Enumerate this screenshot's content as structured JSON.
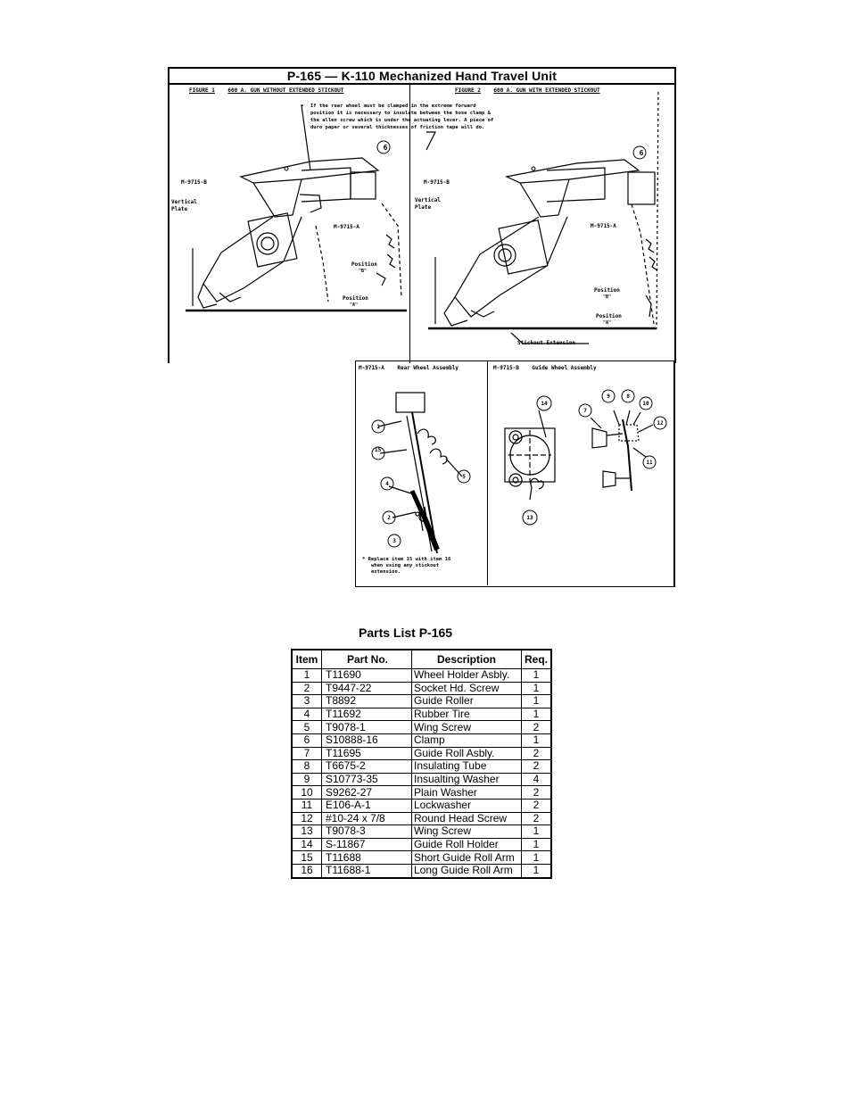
{
  "title": "P-165 — K-110 Mechanized Hand Travel Unit",
  "figure1": {
    "caption_label": "FIGURE 1",
    "caption_text": "600 A. GUN WITHOUT EXTENDED STICKOUT",
    "note_lines": [
      "If the rear wheel must be clamped in the extreme forward",
      "position it is necessary to insulate between the hose clamp &",
      "the allen screw which is under the actuating lever.  A piece of",
      "duro paper or several thicknesses of friction tape will do."
    ],
    "labels": {
      "guide_assembly": "M-9715-B",
      "vertical": "Vertical",
      "plate": "Plate",
      "rear_assembly": "M-9715-A",
      "position_b": "Position",
      "position_b_sub": "\"B\"",
      "position_a": "Position",
      "position_a_sub": "\"A\"",
      "callout_6": "6"
    }
  },
  "figure2": {
    "caption_label": "FIGURE 2",
    "caption_text": "600 A. GUN WITH EXTENDED STICKOUT",
    "labels": {
      "guide_assembly": "M-9715-B",
      "vertical": "Vertical",
      "plate": "Plate",
      "rear_assembly": "M-9715-A",
      "position_b": "Position",
      "position_b_sub": "\"B\"",
      "position_a": "Position",
      "position_a_sub": "\"A\"",
      "stickout": "Stickout Extension",
      "callout_6": "6"
    }
  },
  "rear_wheel": {
    "caption_code": "M-9715-A",
    "caption_text": "Rear Wheel Assembly",
    "callouts": [
      "1",
      "15",
      "5",
      "4",
      "2",
      "3"
    ],
    "note_lines": [
      "* Replace item 15 with item 16",
      "when using any stickout",
      "extension."
    ]
  },
  "guide_wheel": {
    "caption_code": "M-9715-B",
    "caption_text": "Guide Wheel Assembly",
    "callouts": [
      "14",
      "9",
      "8",
      "10",
      "7",
      "12",
      "11",
      "13"
    ]
  },
  "parts_list": {
    "title": "Parts List P-165",
    "headers": [
      "Item",
      "Part No.",
      "Description",
      "Req."
    ],
    "rows": [
      [
        "1",
        "T11690",
        "Wheel Holder Asbly.",
        "1"
      ],
      [
        "2",
        "T9447-22",
        "Socket Hd. Screw",
        "1"
      ],
      [
        "3",
        "T8892",
        "Guide Roller",
        "1"
      ],
      [
        "4",
        "T11692",
        "Rubber Tire",
        "1"
      ],
      [
        "5",
        "T9078-1",
        "Wing Screw",
        "2"
      ],
      [
        "6",
        "S10888-16",
        "Clamp",
        "1"
      ],
      [
        "7",
        "T11695",
        "Guide Roll Asbly.",
        "2"
      ],
      [
        "8",
        "T6675-2",
        "Insulating Tube",
        "2"
      ],
      [
        "9",
        "S10773-35",
        "Insualting Washer",
        "4"
      ],
      [
        "10",
        "S9262-27",
        "Plain Washer",
        "2"
      ],
      [
        "11",
        "E106-A-1",
        "Lockwasher",
        "2"
      ],
      [
        "12",
        "#10-24 x 7/8",
        "Round Head Screw",
        "2"
      ],
      [
        "13",
        "T9078-3",
        "Wing Screw",
        "1"
      ],
      [
        "14",
        "S-11867",
        "Guide Roll Holder",
        "1"
      ],
      [
        "15",
        "T11688",
        "Short Guide Roll Arm",
        "1"
      ],
      [
        "16",
        "T11688-1",
        "Long Guide Roll Arm",
        "1"
      ]
    ]
  }
}
